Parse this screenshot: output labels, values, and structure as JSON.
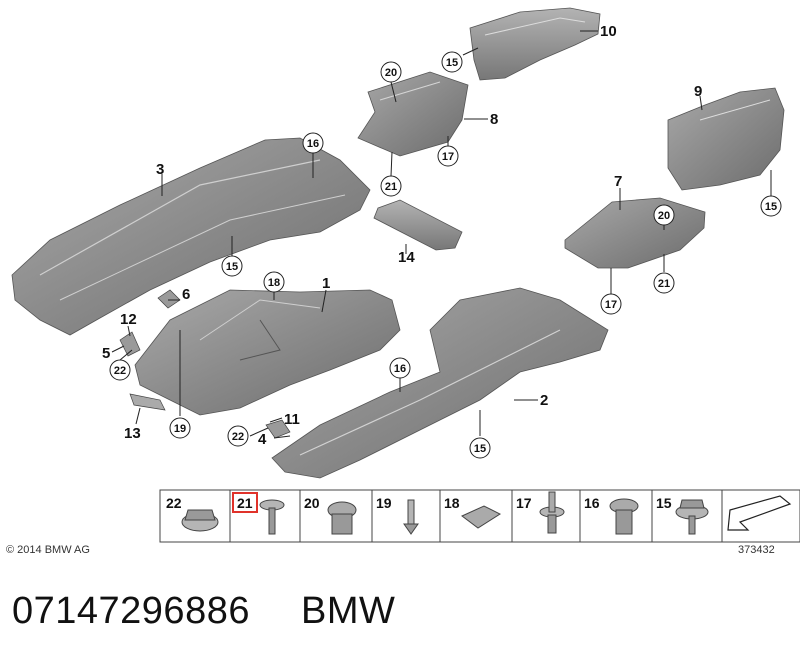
{
  "diagram": {
    "callouts": [
      "1",
      "2",
      "3",
      "4",
      "5",
      "6",
      "7",
      "8",
      "9",
      "10",
      "11",
      "12",
      "13",
      "14"
    ],
    "circled_refs": [
      "15",
      "16",
      "17",
      "18",
      "19",
      "20",
      "21",
      "22"
    ],
    "legend": {
      "items": [
        "22",
        "21",
        "20",
        "19",
        "18",
        "17",
        "16",
        "15"
      ],
      "highlighted_item": "21",
      "highlight_color": "#e0322a"
    },
    "copyright": "© 2014 BMW AG",
    "drawing_number": "373432"
  },
  "footer": {
    "part_number": "07147296886",
    "brand": "BMW"
  },
  "colors": {
    "panel_fill": "#8c8c8c",
    "panel_dark": "#6f6f6f",
    "panel_light": "#b5b5b5",
    "line": "#222222"
  }
}
